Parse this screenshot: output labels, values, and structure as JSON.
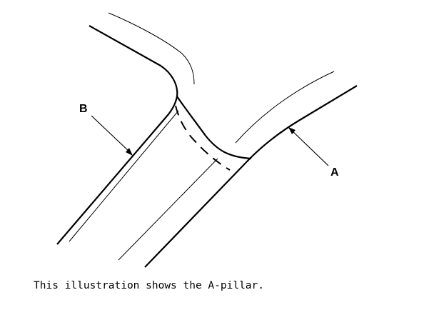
{
  "diagram": {
    "labels": {
      "a": "A",
      "b": "B"
    },
    "caption": "This illustration shows the A-pillar."
  },
  "colors": {
    "line": "#000000",
    "background": "#ffffff"
  }
}
